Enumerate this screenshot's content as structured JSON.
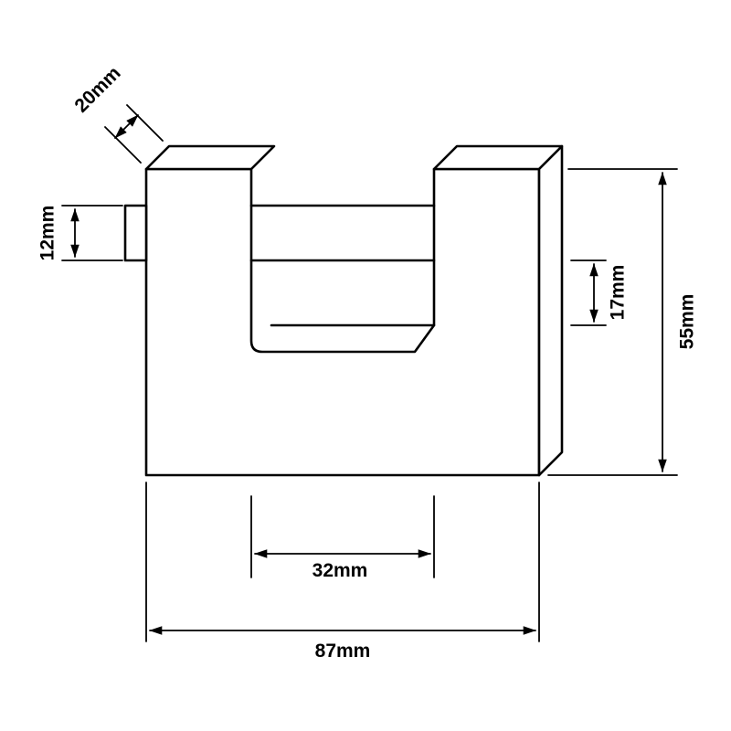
{
  "figure": {
    "kind": "technical-dimension-drawing",
    "subject": "shutter padlock (front three-quarter line drawing)",
    "background_color": "#ffffff",
    "line_color": "#000000",
    "dimensions": {
      "block_depth": "20mm",
      "shackle_diameter": "12mm",
      "shackle_clearance": "17mm",
      "body_height": "55mm",
      "slot_width": "32mm",
      "body_width": "87mm"
    }
  }
}
